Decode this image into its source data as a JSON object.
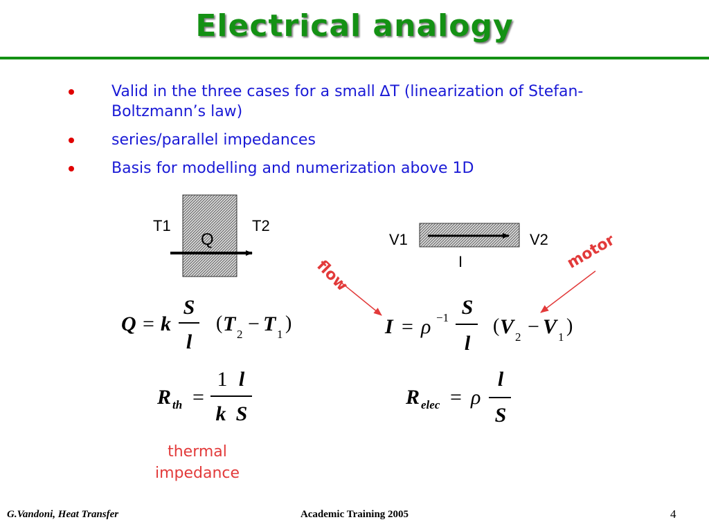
{
  "slide": {
    "title": "Electrical analogy",
    "bullets": [
      "Valid in the three cases for a small ∆T (linearization of Stefan-Boltzmann’s law)",
      "series/parallel impedances",
      "Basis for modelling and numerization above 1D"
    ]
  },
  "thermal_diagram": {
    "t1": "T1",
    "t2": "T2",
    "q": "Q"
  },
  "electrical_diagram": {
    "v1": "V1",
    "v2": "V2",
    "i": "I"
  },
  "arrows": {
    "left_label": "flow",
    "right_label": "motor"
  },
  "eq_thermal": {
    "lhs": "Q",
    "eq": "=",
    "k": "k",
    "num": "S",
    "den": "l",
    "open": "(",
    "t2": "T",
    "sub2": "2",
    "minus": "−",
    "t1": "T",
    "sub1": "1",
    "close": ")"
  },
  "eq_electric": {
    "lhs": "I",
    "eq": "=",
    "rho": "ρ",
    "exp": "−1",
    "num": "S",
    "den": "l",
    "open": "(",
    "v2": "V",
    "sub2": "2",
    "minus": "−",
    "v1": "V",
    "sub1": "1",
    "close": ")"
  },
  "eq_rth": {
    "r": "R",
    "sub": "th",
    "eq": "=",
    "n1": "1",
    "d1": "k",
    "n2": "l",
    "d2": "S"
  },
  "eq_relec": {
    "r": "R",
    "sub": "elec",
    "eq": "=",
    "rho": "ρ",
    "num": "l",
    "den": "S"
  },
  "thermal_impedance": {
    "line1": "thermal",
    "line2": "impedance"
  },
  "footer": {
    "author": "G.Vandoni, Heat Transfer",
    "event": "Academic Training 2005",
    "page": "4"
  }
}
